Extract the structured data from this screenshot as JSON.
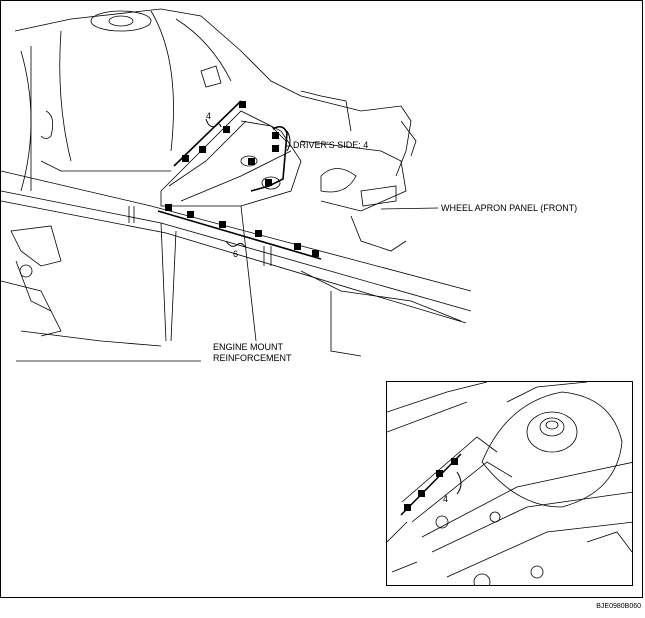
{
  "labels": {
    "drivers_side": "DRIVER'S SIDE: 4",
    "wheel_apron": "WHEEL APRON PANEL (FRONT)",
    "engine_mount_line1": "ENGINE MOUNT",
    "engine_mount_line2": "REINFORCEMENT",
    "count_upper": "4",
    "count_lower": "6",
    "count_inset": "4",
    "figure_code": "BJE0980B060"
  },
  "colors": {
    "line": "#000000",
    "background": "#ffffff"
  },
  "icons": {
    "spot_weld_marker": "black-square"
  }
}
